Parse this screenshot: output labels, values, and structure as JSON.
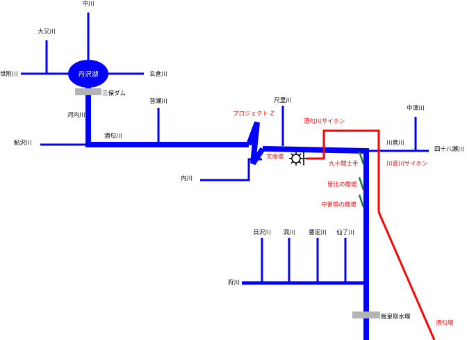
{
  "colors": {
    "river": "#0000ff",
    "siphon": "#ff0000",
    "weir": "#1a7a2e",
    "dam": "#b4b4b4",
    "label": "#000000",
    "red_label": "#ff0000",
    "lake_text": "#ffffff"
  },
  "labels": {
    "nakagawa": "中川",
    "omatagawa": "大又川",
    "yoakegawa": "世附川",
    "tanzawako": "丹沢湖",
    "genkuragawa": "玄倉川",
    "mihodam": "三保ダム",
    "kouchigawa": "河内川",
    "minasegawa": "皆瀬川",
    "sakawagawa": "酒匂川",
    "ayuzawagawa": "鮎沢川",
    "projectz": "プロジェクト Z",
    "shakunogawa": "尺里川",
    "sakawa_siphon": "酒匂川サイホン",
    "nakatsugawa": "中津川",
    "kawaotogawa": "川音川",
    "yosohachisegawa": "四十八瀬川",
    "bunmeitei": "文命堤",
    "kujukkendote": "九十間土手",
    "kawaoto_siphon": "川音川サイホン",
    "uchigawa": "内川",
    "sobi_kasumitei": "曽比の霞堤",
    "nakasone_kasumitei": "中曽根の霞堤",
    "kaizawagawa": "貝沢川",
    "horagawa": "洞川",
    "yoteigawa": "要定川",
    "senryogawa": "仙了川",
    "karigawa": "狩川",
    "iizumi_intake": "飯泉取水堰",
    "sakawa_weir": "酒匂堰"
  }
}
